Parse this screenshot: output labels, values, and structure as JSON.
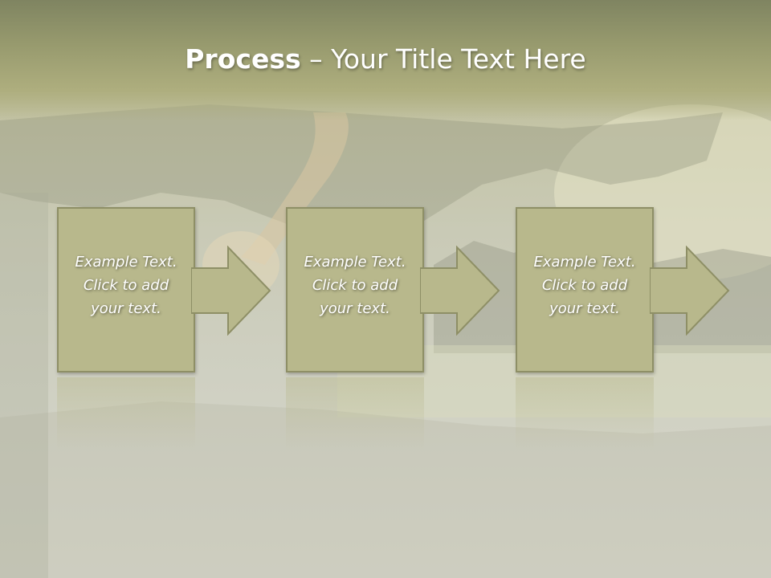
{
  "slide": {
    "title_bold": "Process",
    "title_rest": " – Your Title Text Here",
    "steps": [
      {
        "line1": "Example Text.",
        "line2": "Click  to add",
        "line3": "your text."
      },
      {
        "line1": "Example Text.",
        "line2": "Click  to add",
        "line3": "your text."
      },
      {
        "line1": "Example Text.",
        "line2": "Click  to add",
        "line3": "your text."
      }
    ]
  },
  "colors": {
    "box_fill": "#b8b88c",
    "box_border": "#8e8f66",
    "title_band": "#96996d",
    "text": "#ffffff"
  }
}
